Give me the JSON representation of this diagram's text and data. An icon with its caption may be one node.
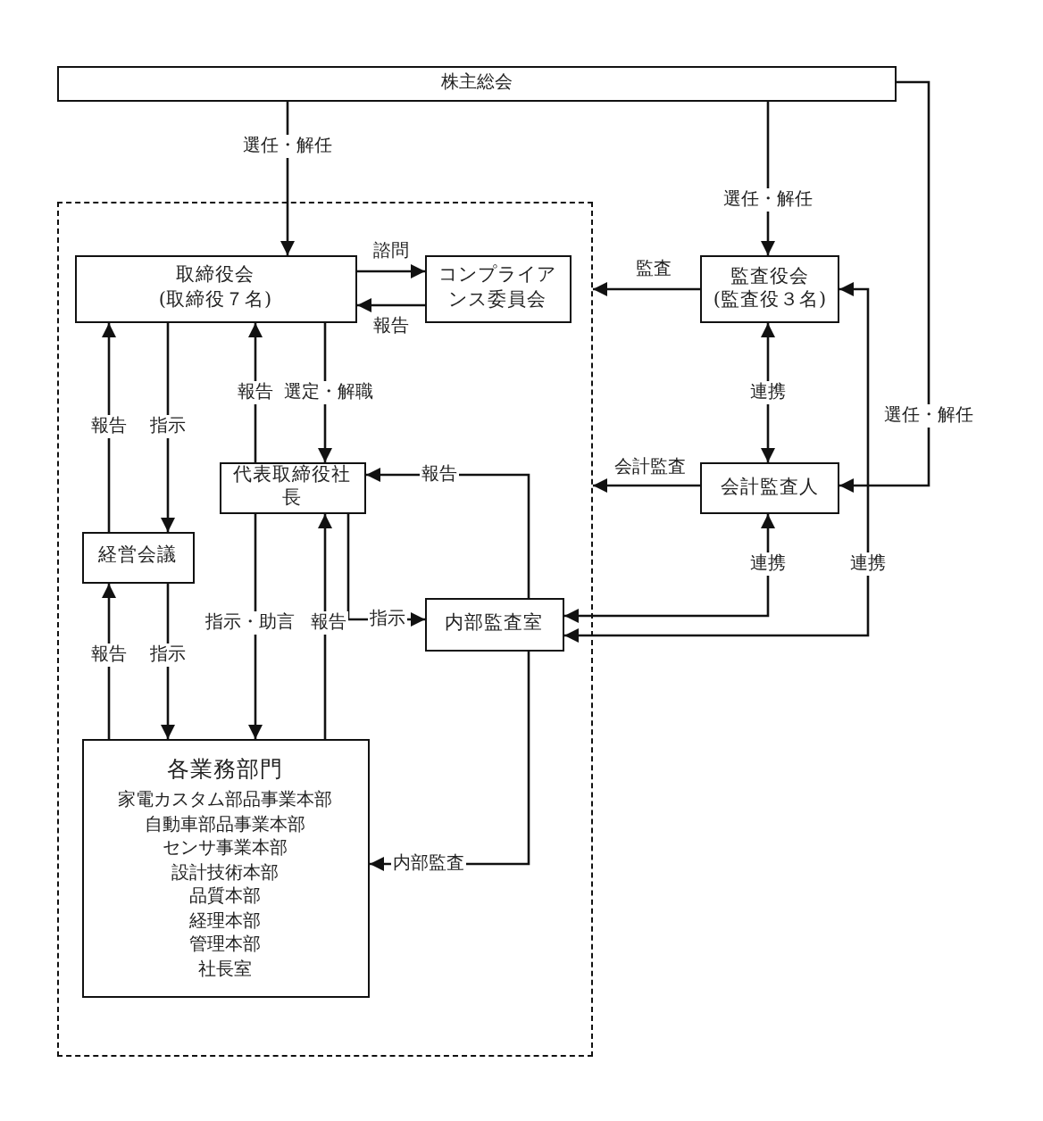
{
  "diagram": {
    "nodes": [
      {
        "text": [
          "株主総会"
        ]
      },
      {
        "text": [],
        "shape": "box"
      },
      {
        "text": [
          "取締役会 (取締役７名)"
        ],
        "in": 1
      },
      {
        "text": [
          "コンプライアンス委員会"
        ],
        "in": 1
      },
      {
        "text": [
          "監査役会 (監査役３名)"
        ]
      },
      {
        "text": [
          "代表取締役社長"
        ],
        "in": 1
      },
      {
        "text": [
          "会計監査人"
        ]
      },
      {
        "text": [
          "経営会議"
        ],
        "in": 1
      },
      {
        "text": [
          "内部監査室"
        ],
        "in": 1
      },
      {
        "text": [
          "各業務部門",
          "家電カスタム部品事業本部",
          "自動車部品事業本部",
          "センサ事業本部",
          "設計技術本部",
          "品質本部",
          "経理本部",
          "管理本部",
          "社長室"
        ],
        "in": 1
      }
    ],
    "edges": [
      {
        "from": 0,
        "to": 2,
        "arrow": "to",
        "label": "選任・解任"
      },
      {
        "from": 0,
        "to": 4,
        "arrow": "to",
        "label": "選任・解任"
      },
      {
        "from": 0,
        "to": 6,
        "arrow": "to",
        "label": "選任・解任"
      },
      {
        "from": 2,
        "to": 3,
        "arrow": "to",
        "label": "諮問"
      },
      {
        "from": 3,
        "to": 2,
        "arrow": "to",
        "label": "報告"
      },
      {
        "from": 4,
        "to": 1,
        "arrow": "to",
        "label": "監査"
      },
      {
        "from": 4,
        "to": 6,
        "arrow": "both",
        "label": "連携"
      },
      {
        "from": 6,
        "to": 1,
        "arrow": "to",
        "label": "会計監査"
      },
      {
        "from": 6,
        "to": 8,
        "arrow": "both",
        "label": "連携"
      },
      {
        "from": 4,
        "to": 8,
        "arrow": "both",
        "label": "連携"
      },
      {
        "from": 7,
        "to": 2,
        "arrow": "to",
        "label": "報告"
      },
      {
        "from": 2,
        "to": 7,
        "arrow": "to",
        "label": "指示"
      },
      {
        "from": 5,
        "to": 2,
        "arrow": "to",
        "label": "報告"
      },
      {
        "from": 2,
        "to": 5,
        "arrow": "to",
        "label": "選定・解職"
      },
      {
        "from": 8,
        "to": 5,
        "arrow": "to",
        "label": "報告"
      },
      {
        "from": 5,
        "to": 8,
        "arrow": "to",
        "label": "指示"
      },
      {
        "from": 9,
        "to": 7,
        "arrow": "to",
        "label": "報告"
      },
      {
        "from": 7,
        "to": 9,
        "arrow": "to",
        "label": "指示"
      },
      {
        "from": 5,
        "to": 9,
        "arrow": "to",
        "label": "指示・助言"
      },
      {
        "from": 9,
        "to": 5,
        "arrow": "to",
        "label": "報告"
      },
      {
        "from": 8,
        "to": 9,
        "arrow": "to",
        "label": "内部監査"
      }
    ]
  }
}
